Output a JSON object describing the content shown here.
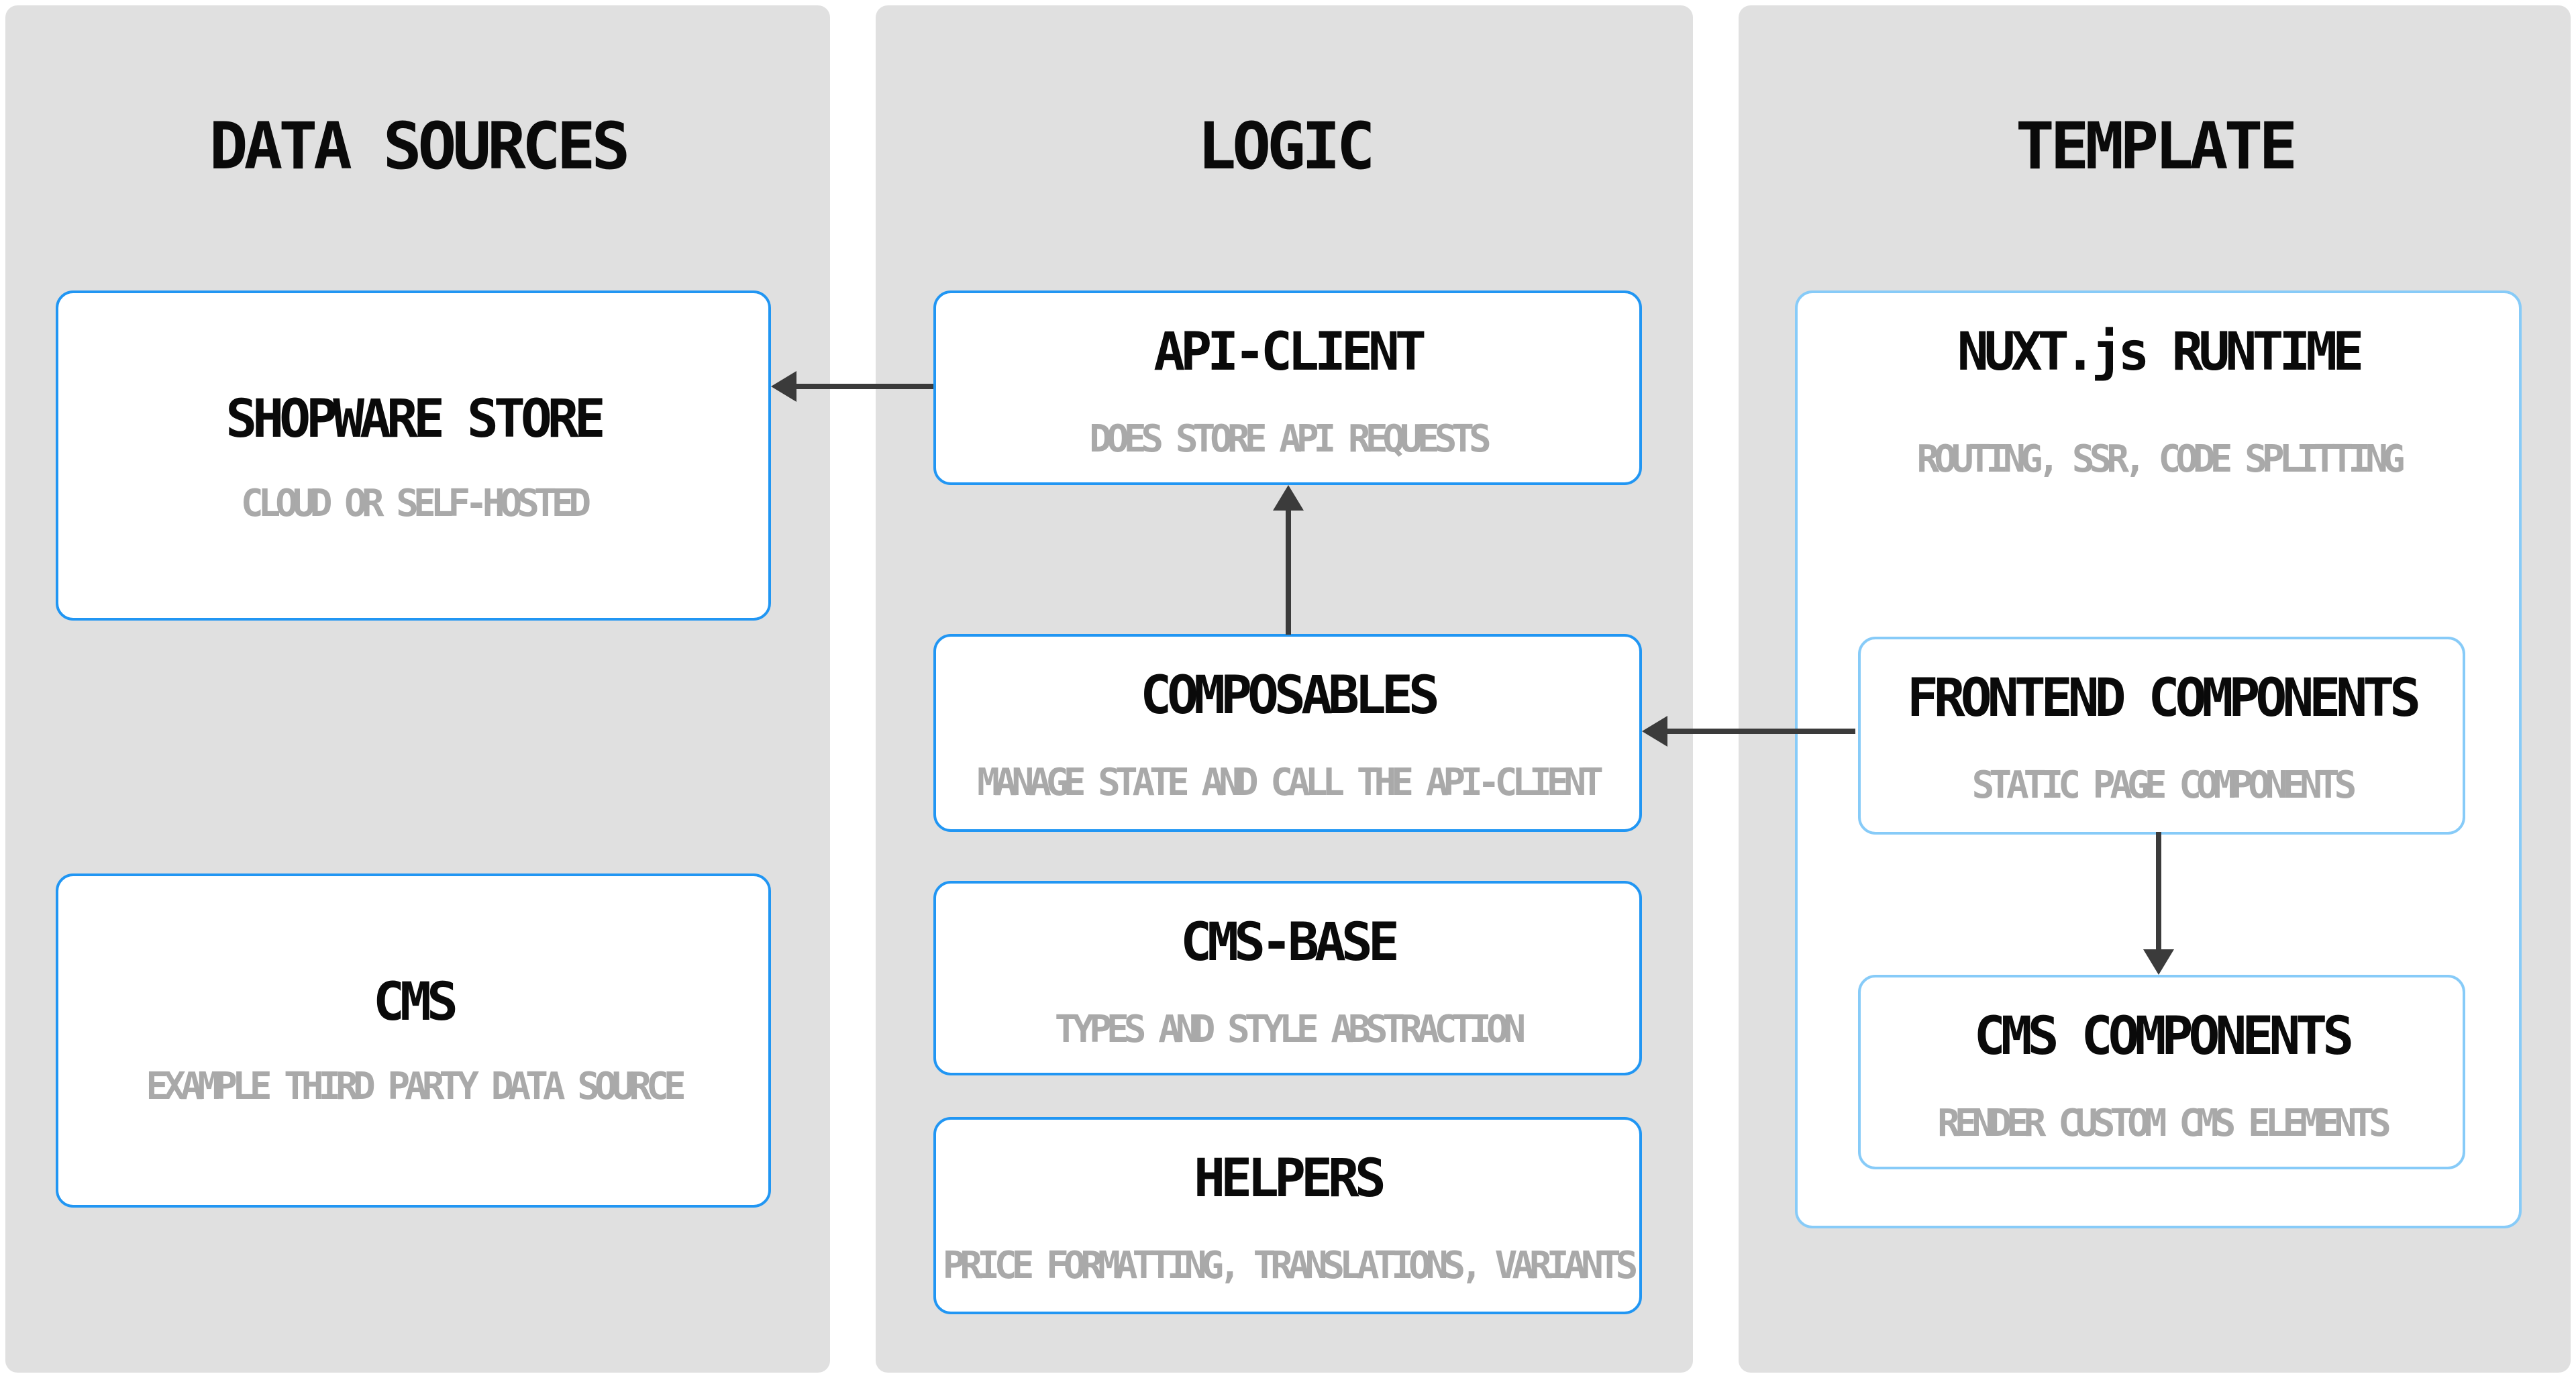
{
  "columns": [
    {
      "title": "DATA SOURCES",
      "boxes": [
        {
          "title": "SHOPWARE STORE",
          "subtitle": "CLOUD OR SELF-HOSTED"
        },
        {
          "title": "CMS",
          "subtitle": "EXAMPLE THIRD PARTY DATA SOURCE"
        }
      ]
    },
    {
      "title": "LOGIC",
      "boxes": [
        {
          "title": "API-CLIENT",
          "subtitle": "DOES STORE API REQUESTS"
        },
        {
          "title": "COMPOSABLES",
          "subtitle": "MANAGE STATE AND CALL THE API-CLIENT"
        },
        {
          "title": "CMS-BASE",
          "subtitle": "TYPES AND STYLE ABSTRACTION"
        },
        {
          "title": "HELPERS",
          "subtitle": "PRICE FORMATTING, TRANSLATIONS, VARIANTS"
        }
      ]
    },
    {
      "title": "TEMPLATE",
      "boxes": [
        {
          "title": "NUXT.js RUNTIME",
          "subtitle": "ROUTING, SSR, CODE SPLITTING"
        },
        {
          "title": "FRONTEND COMPONENTS",
          "subtitle": "STATIC PAGE COMPONENTS"
        },
        {
          "title": "CMS COMPONENTS",
          "subtitle": "RENDER CUSTOM CMS ELEMENTS"
        }
      ]
    }
  ],
  "arrows": [
    {
      "from": "api-client",
      "to": "shopware-store",
      "direction": "left"
    },
    {
      "from": "composables",
      "to": "api-client",
      "direction": "up"
    },
    {
      "from": "frontend-components",
      "to": "composables",
      "direction": "left"
    },
    {
      "from": "frontend-components",
      "to": "cms-components",
      "direction": "down"
    }
  ],
  "colors": {
    "accent_blue": "#2196f3",
    "accent_blue_light": "#87cbf8",
    "column_bg": "#e0e0e0",
    "title": "#0a0a0a",
    "subtitle": "#a9a9a9",
    "arrow": "#3b3b3b",
    "background": "#ffffff"
  }
}
